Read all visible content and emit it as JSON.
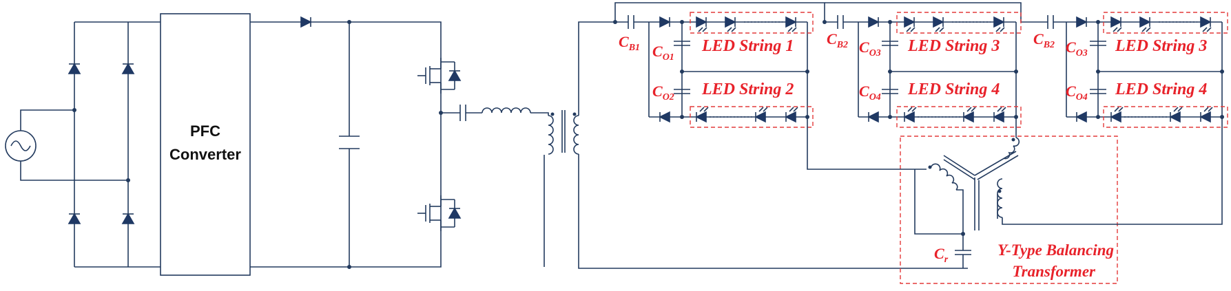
{
  "converter_label_line1": "PFC",
  "converter_label_line2": "Converter",
  "module1": {
    "cb_main": "C",
    "cb_sub": "B1",
    "co_top_main": "C",
    "co_top_sub": "O1",
    "co_bot_main": "C",
    "co_bot_sub": "O2",
    "string_top": "LED String 1",
    "string_bot": "LED String 2"
  },
  "module2": {
    "cb_main": "C",
    "cb_sub": "B2",
    "co_top_main": "C",
    "co_top_sub": "O3",
    "co_bot_main": "C",
    "co_bot_sub": "O4",
    "string_top": "LED String 3",
    "string_bot": "LED String 4"
  },
  "module3": {
    "cb_main": "C",
    "cb_sub": "B2",
    "co_top_main": "C",
    "co_top_sub": "O3",
    "co_bot_main": "C",
    "co_bot_sub": "O4",
    "string_top": "LED String 3",
    "string_bot": "LED String 4"
  },
  "cr_main": "C",
  "cr_sub": "r",
  "transformer_label_line1": "Y-Type Balancing",
  "transformer_label_line2": "Transformer",
  "colors": {
    "wire": "#223a5e",
    "accent": "#e8222a"
  }
}
